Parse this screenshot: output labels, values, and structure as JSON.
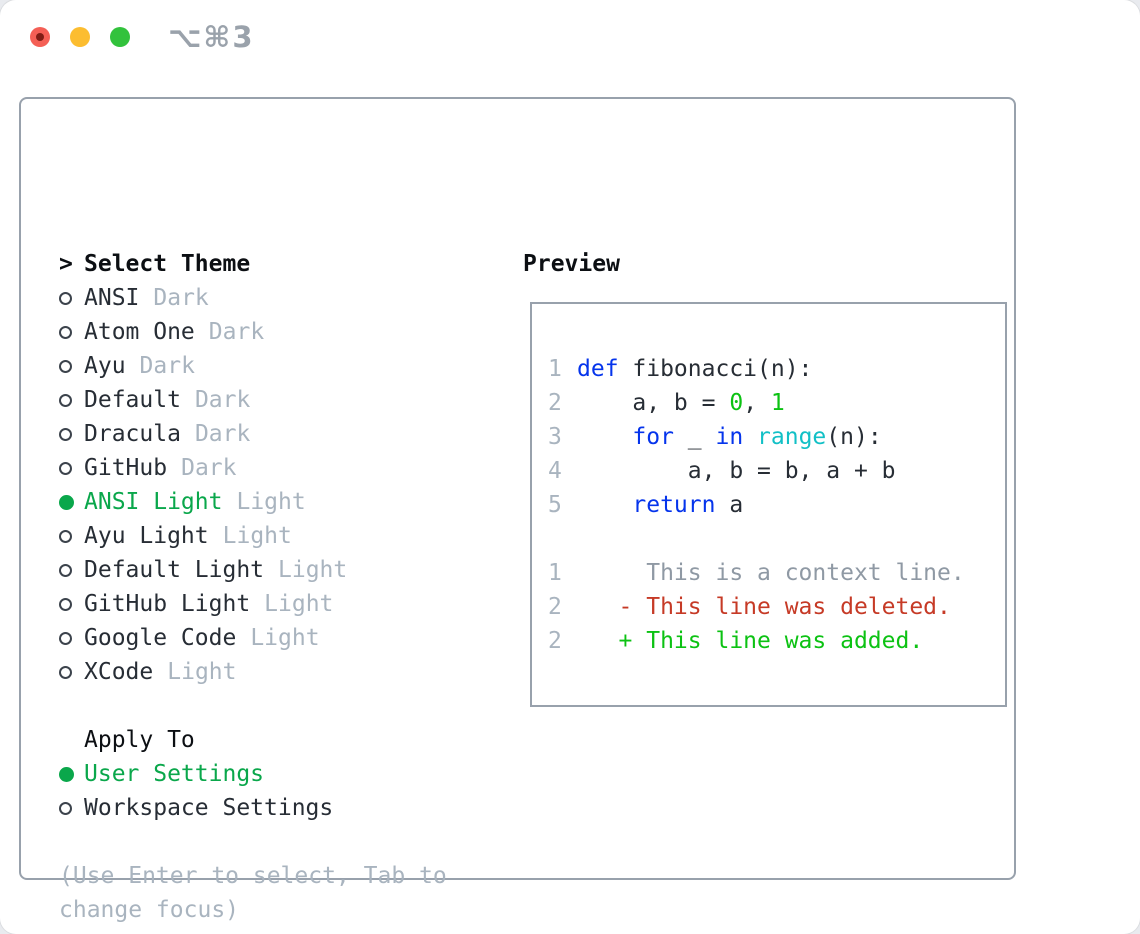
{
  "window": {
    "title": "⌥⌘3"
  },
  "theme_panel": {
    "prompt": ">",
    "heading": "Select Theme",
    "items": [
      {
        "name": "ANSI",
        "variant": "Dark",
        "selected": false
      },
      {
        "name": "Atom One",
        "variant": "Dark",
        "selected": false
      },
      {
        "name": "Ayu",
        "variant": "Dark",
        "selected": false
      },
      {
        "name": "Default",
        "variant": "Dark",
        "selected": false
      },
      {
        "name": "Dracula",
        "variant": "Dark",
        "selected": false
      },
      {
        "name": "GitHub",
        "variant": "Dark",
        "selected": false
      },
      {
        "name": "ANSI Light",
        "variant": "Light",
        "selected": true
      },
      {
        "name": "Ayu Light",
        "variant": "Light",
        "selected": false
      },
      {
        "name": "Default Light",
        "variant": "Light",
        "selected": false
      },
      {
        "name": "GitHub Light",
        "variant": "Light",
        "selected": false
      },
      {
        "name": "Google Code",
        "variant": "Light",
        "selected": false
      },
      {
        "name": "XCode",
        "variant": "Light",
        "selected": false
      }
    ],
    "apply": {
      "heading": "Apply To",
      "options": [
        {
          "name": "User Settings",
          "selected": true
        },
        {
          "name": "Workspace Settings",
          "selected": false
        }
      ]
    },
    "hint": "(Use Enter to select, Tab to change focus)"
  },
  "preview_panel": {
    "heading": "Preview",
    "code_lines": [
      {
        "num": "1",
        "segments": [
          {
            "t": "def",
            "c": "kw"
          },
          {
            "t": " fibonacci(n):",
            "c": "fg"
          }
        ]
      },
      {
        "num": "2",
        "segments": [
          {
            "t": "    a, b = ",
            "c": "fg"
          },
          {
            "t": "0",
            "c": "num"
          },
          {
            "t": ", ",
            "c": "fg"
          },
          {
            "t": "1",
            "c": "num"
          }
        ]
      },
      {
        "num": "3",
        "segments": [
          {
            "t": "    ",
            "c": "fg"
          },
          {
            "t": "for",
            "c": "kw"
          },
          {
            "t": " _ ",
            "c": "fg"
          },
          {
            "t": "in",
            "c": "kw"
          },
          {
            "t": " ",
            "c": "fg"
          },
          {
            "t": "range",
            "c": "fn"
          },
          {
            "t": "(n):",
            "c": "fg"
          }
        ]
      },
      {
        "num": "4",
        "segments": [
          {
            "t": "        a, b = b, a + b",
            "c": "fg"
          }
        ]
      },
      {
        "num": "5",
        "segments": [
          {
            "t": "    ",
            "c": "fg"
          },
          {
            "t": "return",
            "c": "kw"
          },
          {
            "t": " a",
            "c": "fg"
          }
        ]
      }
    ],
    "diff_lines": [
      {
        "num": "1",
        "segments": [
          {
            "t": "     This is a context line.",
            "c": "ctx"
          }
        ]
      },
      {
        "num": "2",
        "segments": [
          {
            "t": "   - This line was deleted.",
            "c": "del"
          }
        ]
      },
      {
        "num": "2",
        "segments": [
          {
            "t": "   + This line was added.",
            "c": "add"
          }
        ]
      }
    ]
  },
  "colors": {
    "selection_green": "#0aa74b",
    "code_keyword_blue": "#0534ec",
    "code_builtin_cyan": "#12c0c6",
    "code_number_green": "#0cc213",
    "diff_added_green": "#0cc213",
    "diff_deleted_red": "#c63a26",
    "muted_gray": "#a9b4bf",
    "context_gray": "#8f99a4",
    "text_dark": "#272d35",
    "border_gray": "#98a1ac",
    "traffic_red": "#f45f55",
    "traffic_yellow": "#fcbd30",
    "traffic_green": "#32c23c"
  }
}
